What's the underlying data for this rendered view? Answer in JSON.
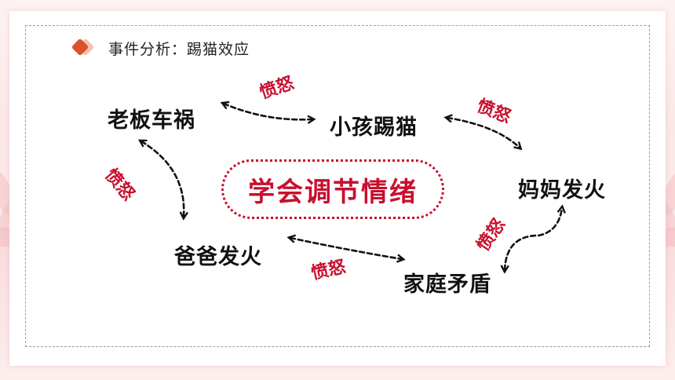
{
  "header": {
    "title": "事件分析：踢猫效应"
  },
  "center": {
    "label": "学会调节情绪"
  },
  "nodes": {
    "boss": "老板车祸",
    "child": "小孩踢猫",
    "mom": "妈妈发火",
    "family": "家庭矛盾",
    "dad": "爸爸发火"
  },
  "edges": {
    "boss_child": "愤怒",
    "child_mom": "愤怒",
    "boss_dad": "愤怒",
    "dad_family": "愤怒",
    "family_mom": "愤怒"
  },
  "colors": {
    "accent": "#c8102e",
    "arrow": "#111111",
    "title_diamond": "#d9532b"
  }
}
